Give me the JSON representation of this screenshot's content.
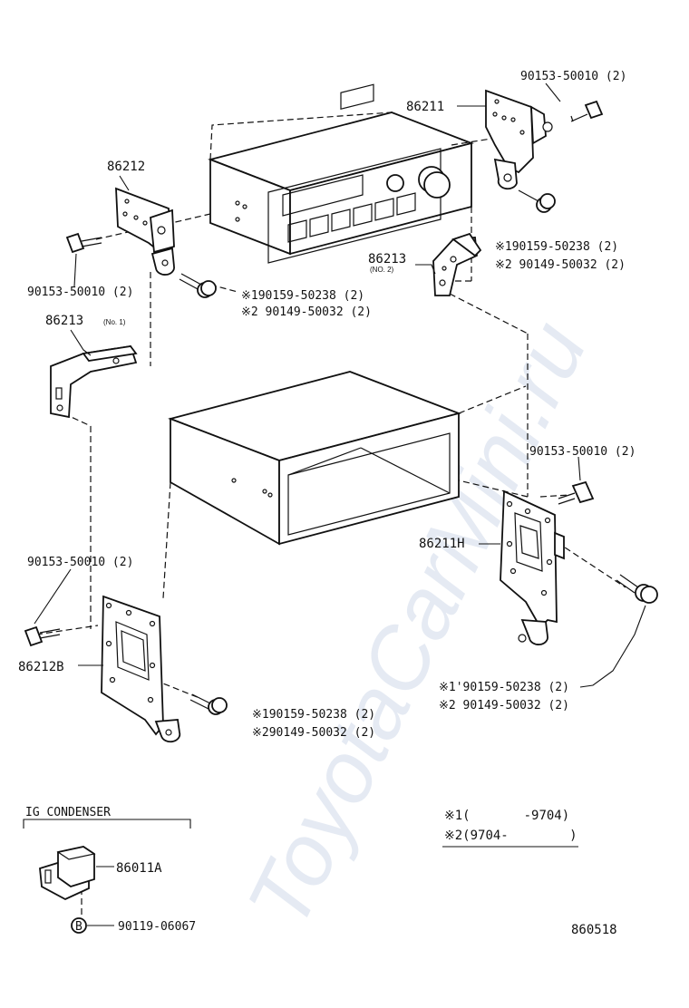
{
  "watermark": "ToyotaCarMini.ru",
  "parts": {
    "bracket_right_upper": "86211",
    "bolt_right_upper": "90153-50010 (2)",
    "bracket_left_upper": "86212",
    "bolt_left_upper": "90153-50010 (2)",
    "screw_left_upper_1": "※190159-50238 (2)",
    "screw_left_upper_2": "※2 90149-50032 (2)",
    "screw_right_upper_1": "※190159-50238 (2)",
    "screw_right_upper_2": "※2 90149-50032 (2)",
    "stay_no2": "86213",
    "stay_no2_note": "(NO. 2)",
    "stay_no1": "86213",
    "stay_no1_note": "(No. 1)",
    "bolt_right_lower": "90153-50010 (2)",
    "bracket_right_lower": "86211H",
    "bolt_left_lower": "90153-50010 (2)",
    "bracket_left_lower": "86212B",
    "screw_left_lower_1": "※190159-50238 (2)",
    "screw_left_lower_2": "※290149-50032 (2)",
    "screw_right_lower_1": "※1'90159-50238 (2)",
    "screw_right_lower_2": "※2 90149-50032 (2)"
  },
  "condenser": {
    "title": "IG CONDENSER",
    "part": "86011A",
    "bolt_marker": "B",
    "bolt": "90119-06067"
  },
  "legend": {
    "note1": "※1(       -9704)",
    "note2": "※2(9704-        )"
  },
  "diagram_code": "860518"
}
